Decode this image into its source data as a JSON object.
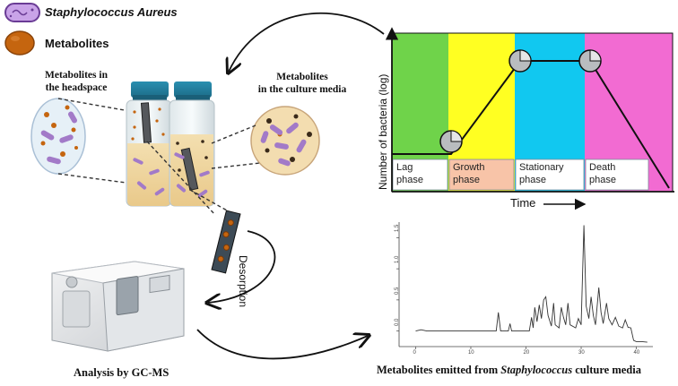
{
  "legend": {
    "bacteria_label": "Staphylococcus Aureus",
    "metabolites_label": "Metabolites"
  },
  "vial_labels": {
    "headspace_line1": "Metabolites in",
    "headspace_line2": "the headspace",
    "media_line1": "Metabolites",
    "media_line2": "in the culture media"
  },
  "desorption_label": "Desorption",
  "gcms_label": "Analysis by GC-MS",
  "growth_curve": {
    "y_axis_label": "Number of bacteria (log)",
    "x_axis_label": "Time",
    "phases": [
      {
        "line1": "Lag",
        "line2": "phase",
        "fill": "#6fd34a",
        "label_bg": "#ffffff"
      },
      {
        "line1": "Growth",
        "line2": "phase",
        "fill": "#ffff22",
        "label_bg": "#f8c4a8"
      },
      {
        "line1": "Stationary",
        "line2": "phase",
        "fill": "#11c8f0",
        "label_bg": "#ffffff"
      },
      {
        "line1": "Death",
        "line2": "phase",
        "fill": "#f26bd2",
        "label_bg": "#ffffff"
      }
    ]
  },
  "chromatogram": {
    "caption_prefix": "Metabolites emitted from ",
    "caption_italic": "Staphylococcus",
    "caption_suffix": " culture media",
    "y_ticks": [
      "0.0",
      "0.5",
      "1.0",
      "1.5"
    ],
    "x_ticks": [
      "0",
      "10",
      "20",
      "30",
      "40"
    ],
    "xlim": [
      -3,
      43
    ],
    "ylim": [
      -0.25,
      1.75
    ],
    "trace": [
      [
        0,
        0.0
      ],
      [
        1,
        0.02
      ],
      [
        2,
        0.0
      ],
      [
        14.6,
        0.0
      ],
      [
        15.0,
        0.3
      ],
      [
        15.4,
        0.0
      ],
      [
        16.8,
        0.0
      ],
      [
        17.1,
        0.12
      ],
      [
        17.4,
        0.0
      ],
      [
        20.6,
        0.0
      ],
      [
        21.0,
        0.22
      ],
      [
        21.3,
        0.05
      ],
      [
        21.6,
        0.38
      ],
      [
        22.0,
        0.15
      ],
      [
        22.4,
        0.42
      ],
      [
        22.8,
        0.2
      ],
      [
        23.2,
        0.5
      ],
      [
        23.6,
        0.55
      ],
      [
        24.0,
        0.25
      ],
      [
        24.6,
        0.08
      ],
      [
        25.0,
        0.45
      ],
      [
        25.3,
        0.1
      ],
      [
        26.0,
        0.05
      ],
      [
        26.4,
        0.38
      ],
      [
        26.8,
        0.22
      ],
      [
        27.2,
        0.1
      ],
      [
        27.6,
        0.45
      ],
      [
        28.0,
        0.1
      ],
      [
        29.0,
        0.05
      ],
      [
        29.5,
        0.2
      ],
      [
        30.0,
        0.1
      ],
      [
        30.5,
        1.7
      ],
      [
        30.9,
        0.4
      ],
      [
        31.4,
        0.2
      ],
      [
        31.8,
        0.55
      ],
      [
        32.2,
        0.25
      ],
      [
        32.6,
        0.1
      ],
      [
        33.2,
        0.7
      ],
      [
        33.6,
        0.3
      ],
      [
        34.0,
        0.12
      ],
      [
        34.6,
        0.45
      ],
      [
        35.0,
        0.2
      ],
      [
        35.6,
        0.1
      ],
      [
        36.2,
        0.22
      ],
      [
        36.8,
        0.08
      ],
      [
        37.5,
        0.05
      ],
      [
        38.0,
        0.18
      ],
      [
        38.5,
        0.06
      ],
      [
        39.0,
        0.05
      ],
      [
        39.5,
        -0.15
      ],
      [
        40,
        -0.17
      ],
      [
        41,
        -0.17
      ],
      [
        42,
        -0.18
      ]
    ]
  }
}
